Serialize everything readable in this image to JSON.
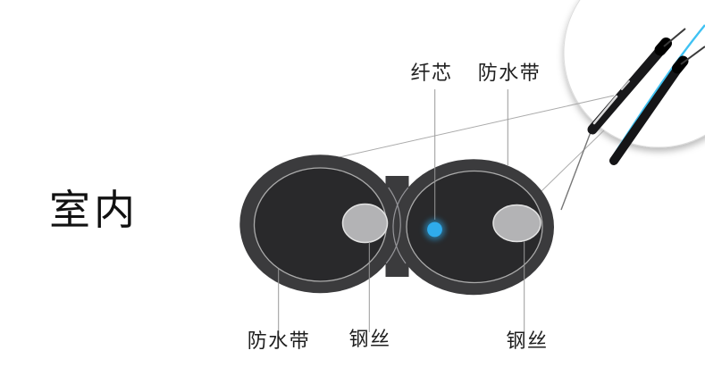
{
  "scene_label": "室内",
  "callouts": {
    "fiber_core": "纤芯",
    "waterproof_tape_top": "防水带",
    "waterproof_tape_bottom": "防水带",
    "steel_wire_left": "钢丝",
    "steel_wire_right": "钢丝"
  },
  "colors": {
    "background": "#ffffff",
    "sheath_ring": "#3b3b3d",
    "sheath_inner": "#29292b",
    "inner_outline": "#ababab",
    "junction_edge": "#96969a",
    "steel_wire_fill": "#b3b3b5",
    "steel_wire_outline": "#e3e3e3",
    "fiber_core_blue": "#2fabec",
    "fiber_core_glow": "#2aa7e8",
    "pointer_line": "#9a9a9a",
    "link_line": "#ababab",
    "photo_cable_black": "#18181a",
    "photo_fiber_blue": "#3fc2f3",
    "photo_circle_edge": "#dcdcdc"
  }
}
